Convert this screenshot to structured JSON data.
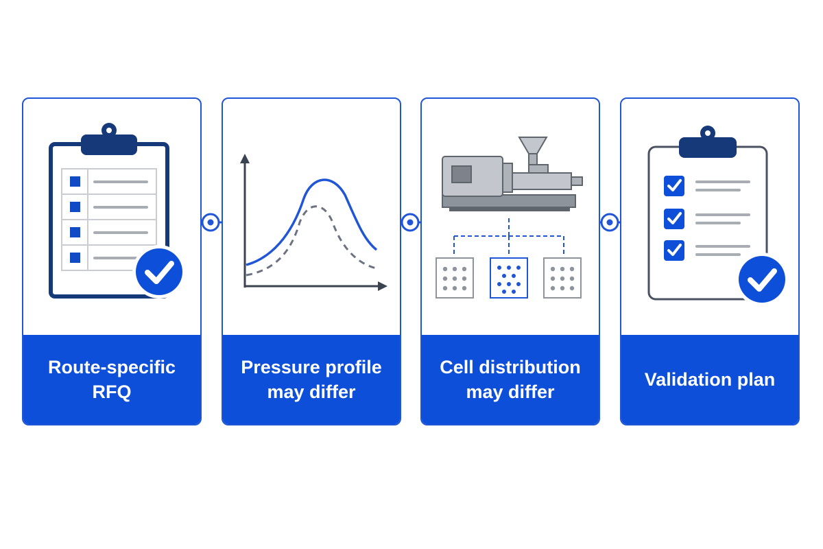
{
  "colors": {
    "accent": "#0d4fd9",
    "border": "#1f55d6",
    "dark_navy": "#16397a",
    "gray": "#8e949c",
    "light_gray": "#d8dbe0",
    "white": "#ffffff"
  },
  "steps": [
    {
      "label": "Route-specific RFQ",
      "icon": "clipboard-checklist-icon"
    },
    {
      "label": "Pressure profile may differ",
      "icon": "pressure-curve-chart-icon"
    },
    {
      "label": "Cell distribution may differ",
      "icon": "injection-molding-machine-icon"
    },
    {
      "label": "Validation plan",
      "icon": "validated-checklist-icon"
    }
  ],
  "connectors": [
    {
      "icon": "connector-node-icon"
    },
    {
      "icon": "connector-node-icon"
    },
    {
      "icon": "connector-node-icon"
    }
  ]
}
